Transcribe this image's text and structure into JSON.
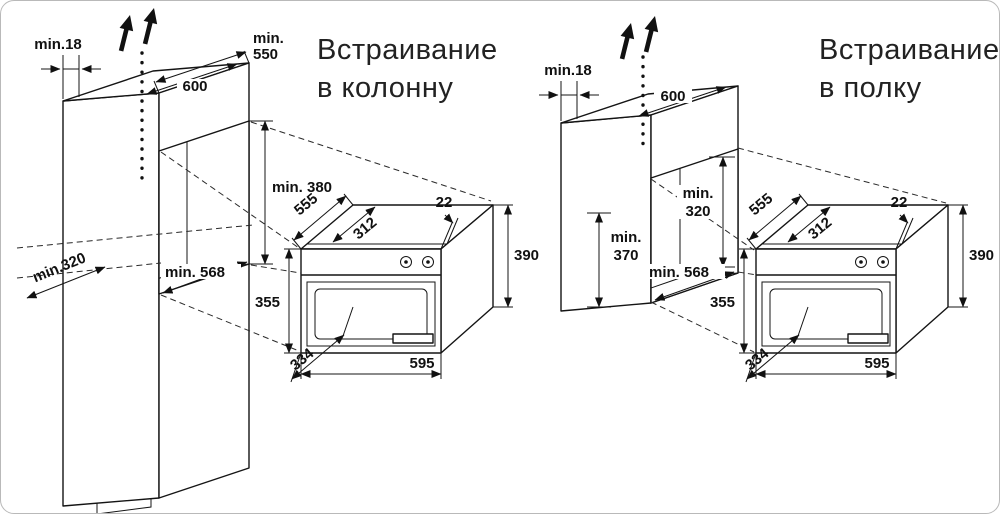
{
  "left": {
    "title1": "Встраивание",
    "title2": "в колонну",
    "dim_gap": "min.18",
    "dim_550_l1": "min.",
    "dim_550_l2": "550",
    "dim_600": "600",
    "dim_380": "min. 380",
    "dim_568": "min. 568",
    "dim_320": "min.320"
  },
  "right": {
    "title1": "Встраивание",
    "title2": "в полку",
    "dim_gap": "min.18",
    "dim_600": "600",
    "dim_320_l1": "min.",
    "dim_320_l2": "320",
    "dim_370_l1": "min.",
    "dim_370_l2": "370",
    "dim_568": "min. 568"
  },
  "oven": {
    "d555": "555",
    "d312": "312",
    "d22": "22",
    "d390": "390",
    "d355": "355",
    "d334": "334",
    "d595": "595"
  },
  "colors": {
    "line": "#141414",
    "text": "#111111",
    "title": "#222222"
  }
}
